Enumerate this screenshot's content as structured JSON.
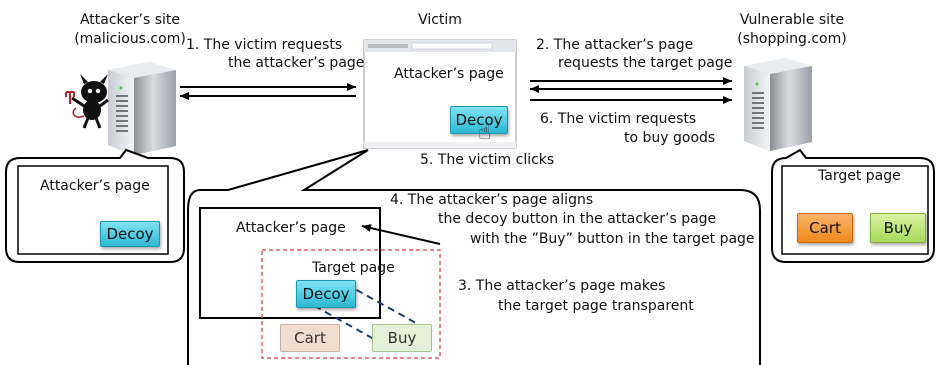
{
  "attacker_site": {
    "title": "Attacker’s site",
    "domain": "(malicious.com)"
  },
  "victim": {
    "title": "Victim",
    "page_label": "Attacker’s page",
    "decoy": "Decoy"
  },
  "vulnerable_site": {
    "title": "Vulnerable site",
    "domain": "(shopping.com)"
  },
  "steps": {
    "s1_line1": "1. The victim requests",
    "s1_line2": "the attacker’s page",
    "s2_line1": "2. The attacker’s page",
    "s2_line2": "requests the target page",
    "s3_line1": "3. The attacker’s page makes",
    "s3_line2": "the target page transparent",
    "s4_line1": "4. The attacker’s page aligns",
    "s4_line2": "the decoy button in the attacker’s page",
    "s4_line3": "with the ”Buy” button in the target page",
    "s5": "5. The victim clicks",
    "s6_line1": "6. The victim requests",
    "s6_line2": "to buy goods"
  },
  "left_bubble": {
    "page_label": "Attacker’s page",
    "decoy": "Decoy"
  },
  "right_bubble": {
    "page_label": "Target page",
    "cart": "Cart",
    "buy": "Buy"
  },
  "center_bubble": {
    "attacker_page_label": "Attacker’s page",
    "target_page_label": "Target page",
    "decoy": "Decoy",
    "cart": "Cart",
    "buy": "Buy"
  },
  "colors": {
    "decoy": "#2cb8d4",
    "cart": "#f08a1c",
    "buy": "#a6d95a",
    "transparent_frame": "#e05a5a",
    "alignment_line": "#1f3c6e"
  },
  "icons": [
    "server-icon",
    "devil-icon",
    "browser-icon",
    "hand-cursor-icon"
  ]
}
